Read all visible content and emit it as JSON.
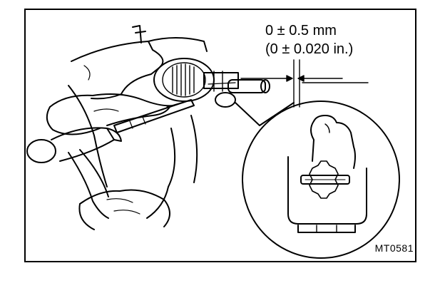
{
  "diagram": {
    "spec_metric": "0 ± 0.5 mm",
    "spec_imperial": "(0 ± 0.020 in.)",
    "figure_code": "MT0581"
  }
}
